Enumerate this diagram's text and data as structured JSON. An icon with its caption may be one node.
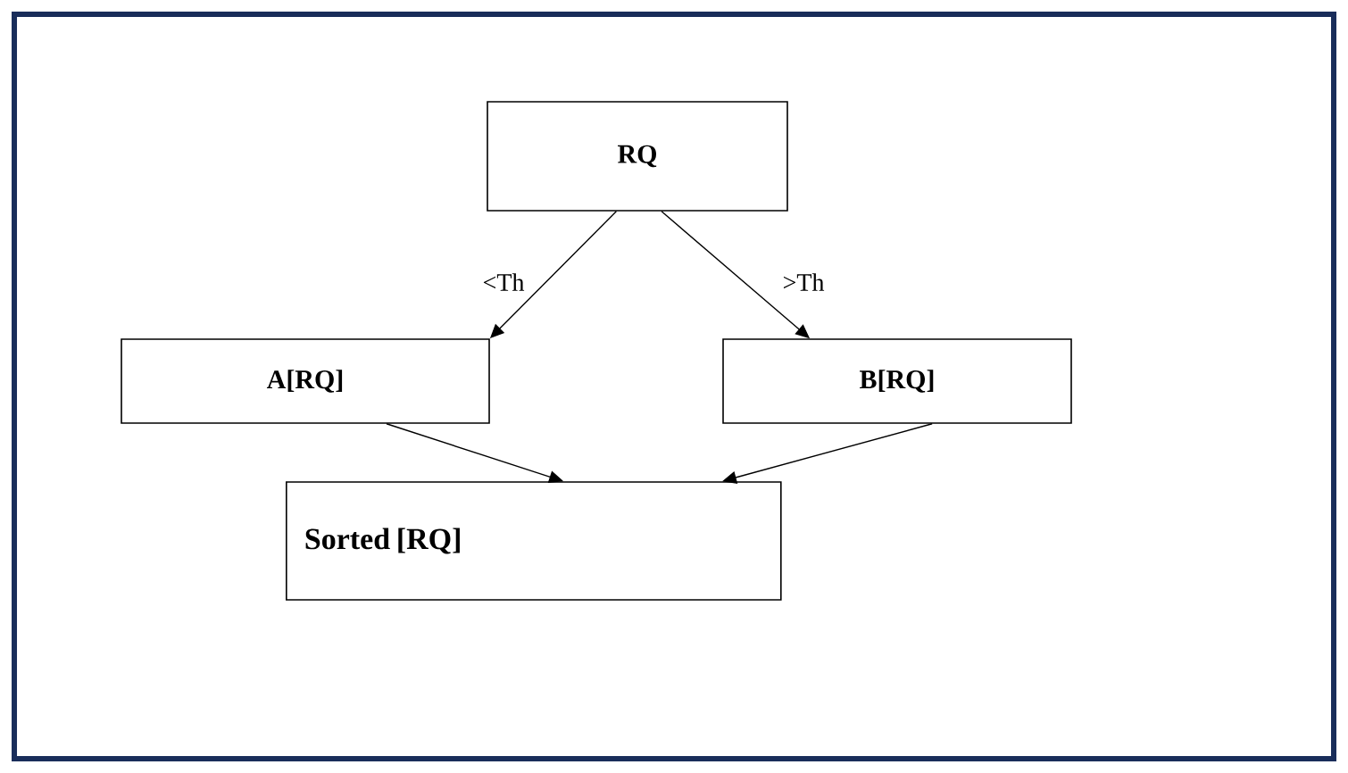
{
  "diagram": {
    "nodes": [
      {
        "text": [
          "RQ"
        ]
      },
      {
        "text": [
          "A[RQ]"
        ]
      },
      {
        "text": [
          "B[RQ]"
        ]
      },
      {
        "text": [
          "Sorted [RQ]"
        ]
      }
    ],
    "edges": [
      {
        "from": 0,
        "to": 1,
        "arrow": "to",
        "label": "<Th"
      },
      {
        "from": 0,
        "to": 2,
        "arrow": "to",
        "label": ">Th"
      },
      {
        "from": 1,
        "to": 3,
        "arrow": "to"
      },
      {
        "from": 2,
        "to": 3,
        "arrow": "to"
      }
    ]
  }
}
